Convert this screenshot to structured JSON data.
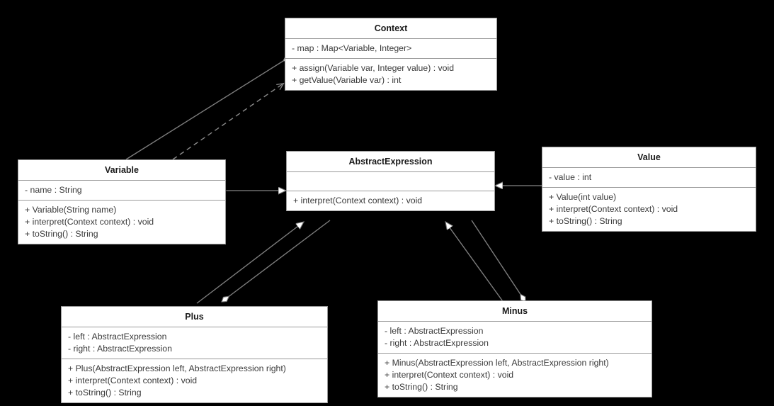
{
  "diagram": {
    "title": "Interpreter pattern UML class diagram",
    "background_color": "#000000",
    "class_fill_color": "#ffffff",
    "class_border_color": "#9a9a9a",
    "connector_color": "#7d7d7d",
    "text_color": "#3a3a3a"
  },
  "classes": {
    "context": {
      "name": "Context",
      "attributes": [
        "- map : Map<Variable, Integer>"
      ],
      "operations": [
        "+ assign(Variable var, Integer value) : void",
        "+ getValue(Variable var) : int"
      ]
    },
    "variable": {
      "name": "Variable",
      "attributes": [
        "- name : String"
      ],
      "operations": [
        "+ Variable(String name)",
        "+ interpret(Context context) : void",
        "+ toString() : String"
      ]
    },
    "abstract_expression": {
      "name": "AbstractExpression",
      "attributes": [],
      "operations": [
        "+ interpret(Context context) : void"
      ]
    },
    "value": {
      "name": "Value",
      "attributes": [
        "- value : int"
      ],
      "operations": [
        "+ Value(int value)",
        "+ interpret(Context context) : void",
        "+ toString() : String"
      ]
    },
    "plus": {
      "name": "Plus",
      "attributes": [
        "- left : AbstractExpression",
        "- right : AbstractExpression"
      ],
      "operations": [
        "+ Plus(AbstractExpression left, AbstractExpression right)",
        "+ interpret(Context context) : void",
        "+ toString() : String"
      ]
    },
    "minus": {
      "name": "Minus",
      "attributes": [
        "- left : AbstractExpression",
        "- right : AbstractExpression"
      ],
      "operations": [
        "+ Minus(AbstractExpression left, AbstractExpression right)",
        "+ interpret(Context context) : void",
        "+ toString() : String"
      ]
    }
  },
  "relations": [
    {
      "id": "variable-aggregates-context",
      "type": "aggregation",
      "from": "Variable",
      "to": "Context",
      "line": "solid",
      "end_marker": "hollow-diamond"
    },
    {
      "id": "variable-depends-context",
      "type": "dependency",
      "from": "Variable",
      "to": "Context",
      "line": "dashed",
      "end_marker": "open-arrow"
    },
    {
      "id": "variable-extends-abstractexpression",
      "type": "generalization",
      "from": "Variable",
      "to": "AbstractExpression",
      "line": "solid",
      "end_marker": "hollow-triangle"
    },
    {
      "id": "value-extends-abstractexpression",
      "type": "generalization",
      "from": "Value",
      "to": "AbstractExpression",
      "line": "solid",
      "end_marker": "hollow-triangle"
    },
    {
      "id": "plus-extends-abstractexpression",
      "type": "generalization",
      "from": "Plus",
      "to": "AbstractExpression",
      "line": "solid",
      "end_marker": "hollow-triangle"
    },
    {
      "id": "plus-aggregates-abstractexpression",
      "type": "aggregation",
      "from": "Plus",
      "to": "AbstractExpression",
      "line": "solid",
      "end_marker": "hollow-diamond"
    },
    {
      "id": "minus-extends-abstractexpression",
      "type": "generalization",
      "from": "Minus",
      "to": "AbstractExpression",
      "line": "solid",
      "end_marker": "hollow-triangle"
    },
    {
      "id": "minus-aggregates-abstractexpression",
      "type": "aggregation",
      "from": "Minus",
      "to": "AbstractExpression",
      "line": "solid",
      "end_marker": "hollow-diamond"
    }
  ]
}
